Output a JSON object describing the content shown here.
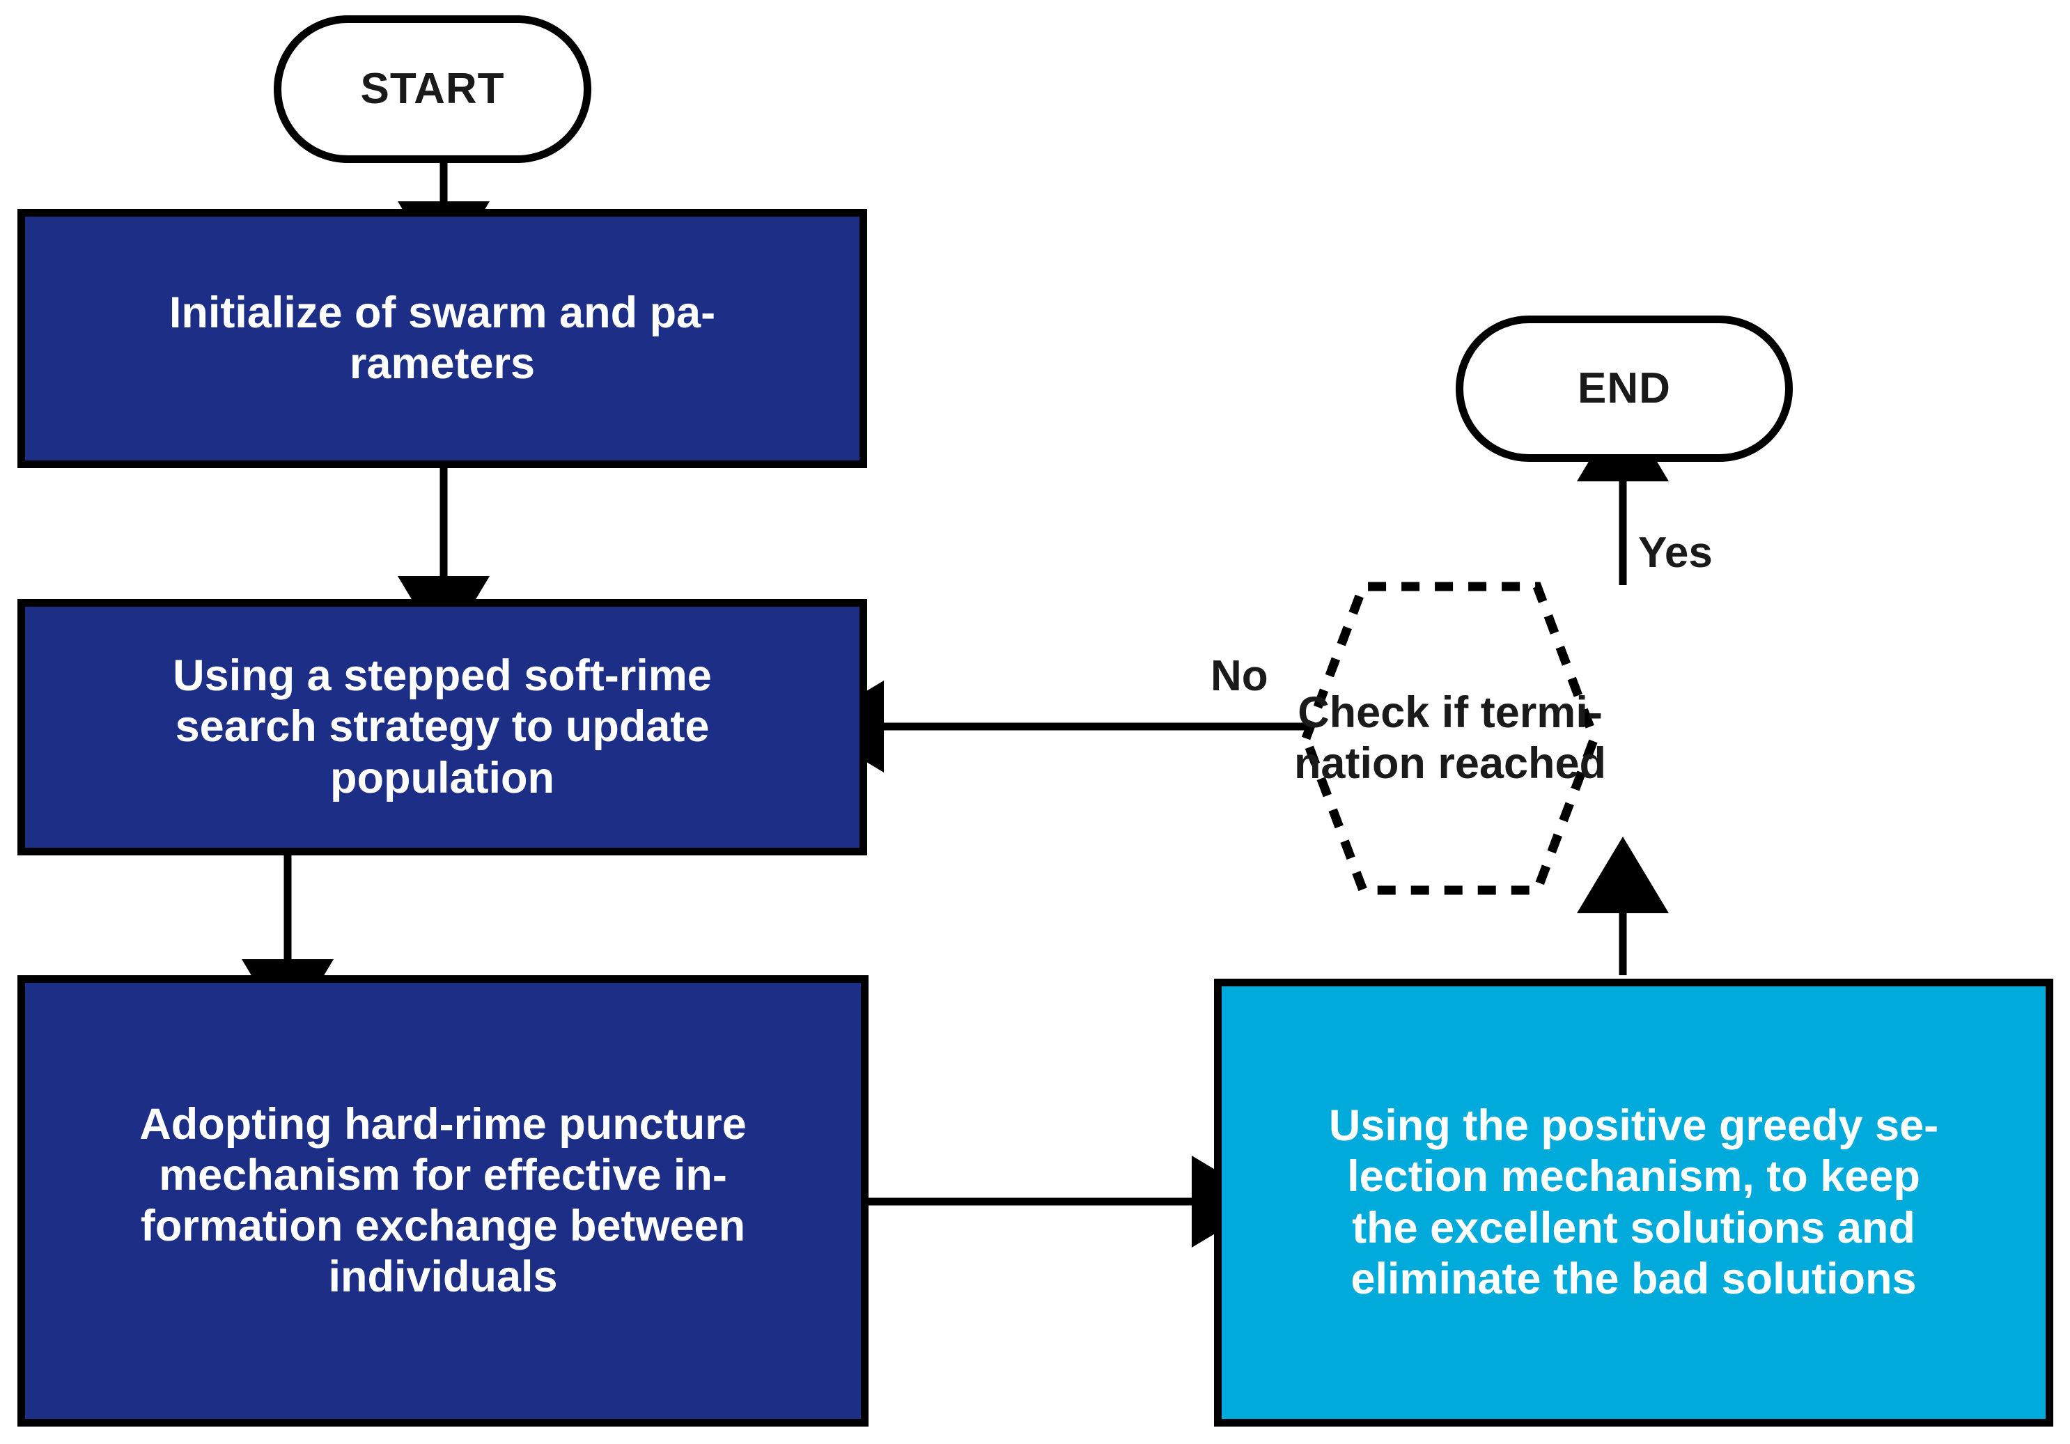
{
  "diagram": {
    "title": "Algorithm flowchart",
    "colors": {
      "navy_box": "#1c2e85",
      "cyan_box": "#00abdc",
      "outline": "#000000",
      "box_text": "#ffffff",
      "node_text": "#1a1a1a",
      "background": "#ffffff"
    },
    "nodes": {
      "start": {
        "label": "START",
        "shape": "terminator"
      },
      "initialize": {
        "shape": "process",
        "fill": "navy",
        "lines": [
          "Initialize of swarm and pa-",
          "rameters"
        ],
        "text": "Initialize of swarm and parameters"
      },
      "soft_rime": {
        "shape": "process",
        "fill": "navy",
        "lines": [
          "Using a stepped soft-rime",
          "search strategy to update",
          "population"
        ],
        "text": "Using a stepped soft-rime search strategy to update population"
      },
      "hard_rime": {
        "shape": "process",
        "fill": "navy",
        "lines": [
          "Adopting hard-rime puncture",
          "mechanism for effective in-",
          "formation exchange between",
          "individuals"
        ],
        "text": "Adopting hard-rime puncture mechanism for effective information exchange between individuals"
      },
      "greedy": {
        "shape": "process",
        "fill": "cyan",
        "lines": [
          "Using the positive greedy se-",
          "lection mechanism, to keep",
          "the excellent solutions and",
          "eliminate the bad solutions"
        ],
        "text": "Using the positive greedy selection mechanism, to keep the excellent solutions and eliminate the bad solutions"
      },
      "decision": {
        "shape": "hexagon-dashed",
        "lines": [
          "Check if termi-",
          "nation reached"
        ],
        "text": "Check if termination reached"
      },
      "end": {
        "label": "END",
        "shape": "terminator"
      }
    },
    "edges": {
      "start_to_initialize": {
        "label": ""
      },
      "initialize_to_soft_rime": {
        "label": ""
      },
      "soft_rime_to_hard_rime": {
        "label": ""
      },
      "hard_rime_to_greedy": {
        "label": ""
      },
      "greedy_to_decision": {
        "label": ""
      },
      "decision_to_end": {
        "label": "Yes"
      },
      "decision_to_soft_rime": {
        "label": "No"
      }
    }
  }
}
